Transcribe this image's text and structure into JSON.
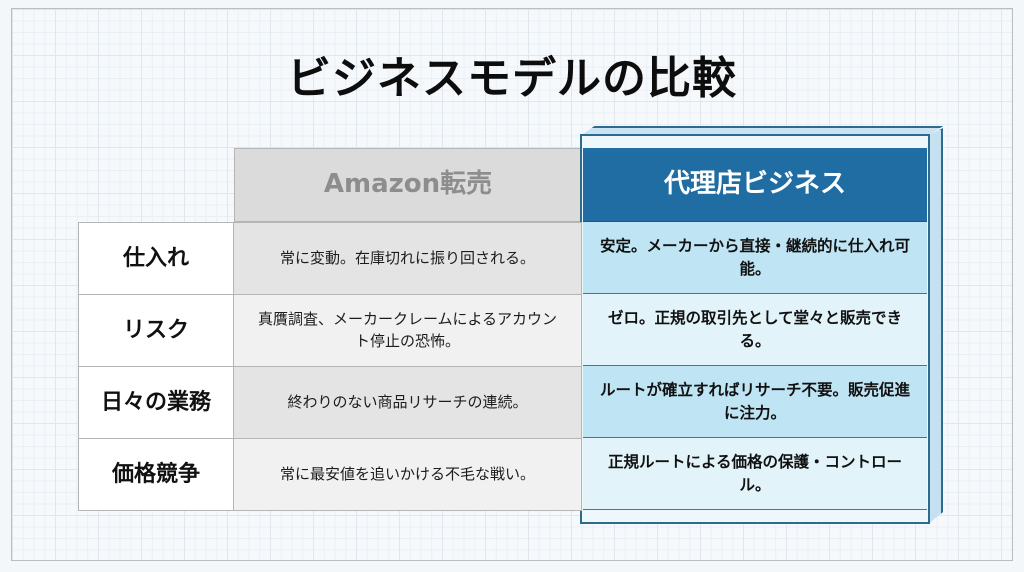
{
  "title": "ビジネスモデルの比較",
  "columns": {
    "amazon": {
      "label": "Amazon転売"
    },
    "agency": {
      "label": "代理店ビジネス",
      "highlighted": true
    }
  },
  "rows": [
    {
      "label": "仕入れ",
      "amazon": "常に変動。在庫切れに振り回される。",
      "agency": "安定。メーカーから直接・継続的に仕入れ可能。"
    },
    {
      "label": "リスク",
      "amazon": "真贋調査、メーカークレームによるアカウント停止の恐怖。",
      "agency": "ゼロ。正規の取引先として堂々と販売できる。"
    },
    {
      "label": "日々の業務",
      "amazon": "終わりのない商品リサーチの連続。",
      "agency": "ルートが確立すればリサーチ不要。販売促進に注力。"
    },
    {
      "label": "価格競争",
      "amazon": "常に最安値を追いかける不毛な戦い。",
      "agency": "正規ルートによる価格の保護・コントロール。"
    }
  ],
  "colors": {
    "agency_header": "#1f6da2",
    "agency_row_a": "#bfe4f3",
    "agency_row_b": "#e2f4fa",
    "amazon_header": "#dbdbdb",
    "amazon_header_text": "#8d8d8d",
    "amazon_row_a": "#e4e4e4",
    "amazon_row_b": "#f1f1f1",
    "box_border": "#2d6a8e"
  }
}
